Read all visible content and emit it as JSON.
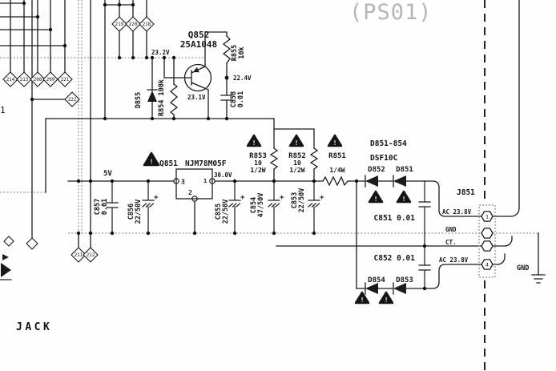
{
  "page": {
    "title_overlay": "(PS01)",
    "jack_label": "JACK",
    "left_edge_label": "1"
  },
  "symbols": {
    "plus": "+",
    "warning": "!"
  },
  "voltages": {
    "v23_2": "23.2V",
    "v22_4": "22.4V",
    "v23_1": "23.1V",
    "v30": "30.0V",
    "v5": "5V"
  },
  "q852": {
    "ref": "Q852",
    "part": "25A1048"
  },
  "q851": {
    "ref": "Q851",
    "part": "NJM78M05F",
    "pin1": "1",
    "pin2": "2",
    "pin3": "3"
  },
  "r855": {
    "ref": "R855",
    "value": "10k"
  },
  "r854": {
    "label": "R854 100k"
  },
  "d855": {
    "ref": "D855"
  },
  "c858": {
    "ref": "C858",
    "value": "0.01"
  },
  "c857": {
    "ref": "C857",
    "value": "0.01"
  },
  "c856": {
    "ref": "C856",
    "value": "22/50V"
  },
  "c855": {
    "ref": "C855",
    "value": "22/50V"
  },
  "c854": {
    "ref": "C854",
    "value": "47/50V"
  },
  "c853": {
    "ref": "C853",
    "value": "22/50V"
  },
  "r853": {
    "ref": "R853",
    "value": "10",
    "watt": "1/2W"
  },
  "r852": {
    "ref": "R852",
    "value": "10",
    "watt": "1/2W"
  },
  "r851": {
    "ref": "R851",
    "watt": "1/4W"
  },
  "rectifier": {
    "group_ref": "D851-854",
    "group_part": "DSF10C",
    "d852": "D852",
    "d851": "D851",
    "d854": "D854",
    "d853": "D853"
  },
  "c851": {
    "label": "C851 0.01"
  },
  "c852": {
    "label": "C852 0.01"
  },
  "connector": {
    "ref": "J851",
    "pin1_label": "AC 23.8V",
    "pin2_label": "GND",
    "pin3_label": "CT.",
    "pin4_label": "AC 23.8V",
    "pin1_num": "1",
    "pin4_num": "4",
    "gnd_label": "GND"
  },
  "diamonds": {
    "top_row": [
      "219",
      "220",
      "218"
    ],
    "left_row": [
      "214",
      "213",
      "208",
      "209",
      "221"
    ],
    "single": "222",
    "mid_row": [
      "211",
      "212"
    ]
  }
}
